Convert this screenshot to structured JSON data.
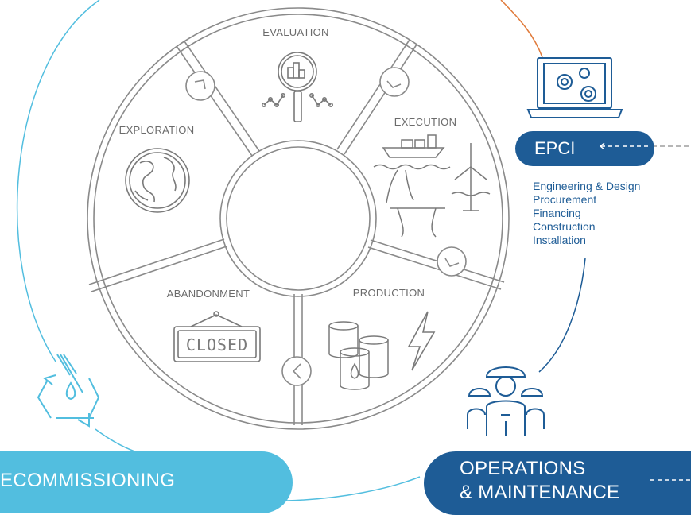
{
  "segments": {
    "evaluation": "EVALUATION",
    "execution": "EXECUTION",
    "exploration": "EXPLORATION",
    "abandonment": "ABANDONMENT",
    "production": "PRODUCTION"
  },
  "closed_sign": "CLOSED",
  "epci": {
    "title": "EPCI",
    "items": [
      "Engineering & Design",
      "Procurement",
      "Financing",
      "Construction",
      "Installation"
    ]
  },
  "decommissioning": {
    "label": "ECOMMISSIONING"
  },
  "operations": {
    "line1": "OPERATIONS",
    "line2": "& MAINTENANCE"
  },
  "colors": {
    "gray": "#8a8a8a",
    "light_blue": "#52bedf",
    "dark_blue": "#1e5c96",
    "orange": "#e07a3a"
  }
}
